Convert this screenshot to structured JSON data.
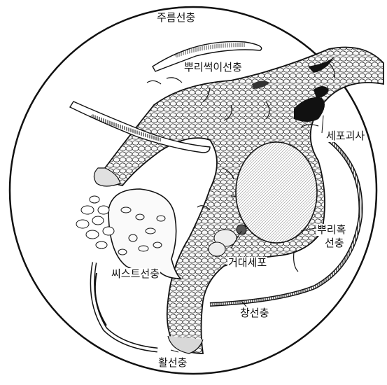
{
  "labels": {
    "wrinkle_nematode": "주름선충",
    "root_rot_nematode": "뿌리썩이선충",
    "cell_necrosis": "세포괴사",
    "root_knot_line1": "뿌리혹",
    "root_knot_line2": "선충",
    "cyst_nematode": "씨스트선충",
    "giant_cell": "거대세포",
    "spear_nematode": "창선충",
    "dagger_nematode": "활선충"
  },
  "colors": {
    "ink": "#111111",
    "paper": "#ffffff",
    "tissue": "#f7f7f7"
  }
}
